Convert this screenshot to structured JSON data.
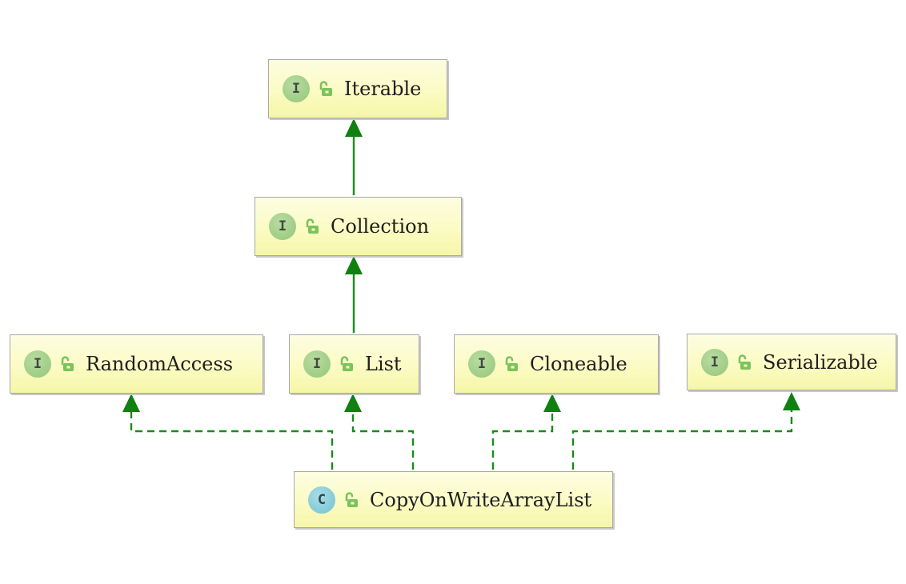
{
  "diagram": {
    "nodes": [
      {
        "id": "iterable",
        "label": "Iterable",
        "kind": "interface",
        "badge": "I",
        "icon": "unlocked-padlock-icon"
      },
      {
        "id": "collection",
        "label": "Collection",
        "kind": "interface",
        "badge": "I",
        "icon": "unlocked-padlock-icon"
      },
      {
        "id": "randomaccess",
        "label": "RandomAccess",
        "kind": "interface",
        "badge": "I",
        "icon": "unlocked-padlock-icon"
      },
      {
        "id": "list",
        "label": "List",
        "kind": "interface",
        "badge": "I",
        "icon": "unlocked-padlock-icon"
      },
      {
        "id": "cloneable",
        "label": "Cloneable",
        "kind": "interface",
        "badge": "I",
        "icon": "unlocked-padlock-icon"
      },
      {
        "id": "serializable",
        "label": "Serializable",
        "kind": "interface",
        "badge": "I",
        "icon": "unlocked-padlock-icon"
      },
      {
        "id": "copyonwritearraylist",
        "label": "CopyOnWriteArrayList",
        "kind": "class",
        "badge": "C",
        "icon": "unlocked-padlock-icon"
      }
    ],
    "edges": [
      {
        "from": "collection",
        "to": "iterable",
        "type": "extends",
        "style": "solid"
      },
      {
        "from": "list",
        "to": "collection",
        "type": "extends",
        "style": "solid"
      },
      {
        "from": "copyonwritearraylist",
        "to": "randomaccess",
        "type": "implements",
        "style": "dashed"
      },
      {
        "from": "copyonwritearraylist",
        "to": "list",
        "type": "implements",
        "style": "dashed"
      },
      {
        "from": "copyonwritearraylist",
        "to": "cloneable",
        "type": "implements",
        "style": "dashed"
      },
      {
        "from": "copyonwritearraylist",
        "to": "serializable",
        "type": "implements",
        "style": "dashed"
      }
    ],
    "colors": {
      "edge": "#1b8a1b",
      "arrowhead": "#108010",
      "node_fill": "#fbfbc4",
      "node_border": "#a9a9a9",
      "interface_badge": "#a3cf8a",
      "class_badge": "#82cbd8",
      "lock": "#7cc35c"
    }
  }
}
